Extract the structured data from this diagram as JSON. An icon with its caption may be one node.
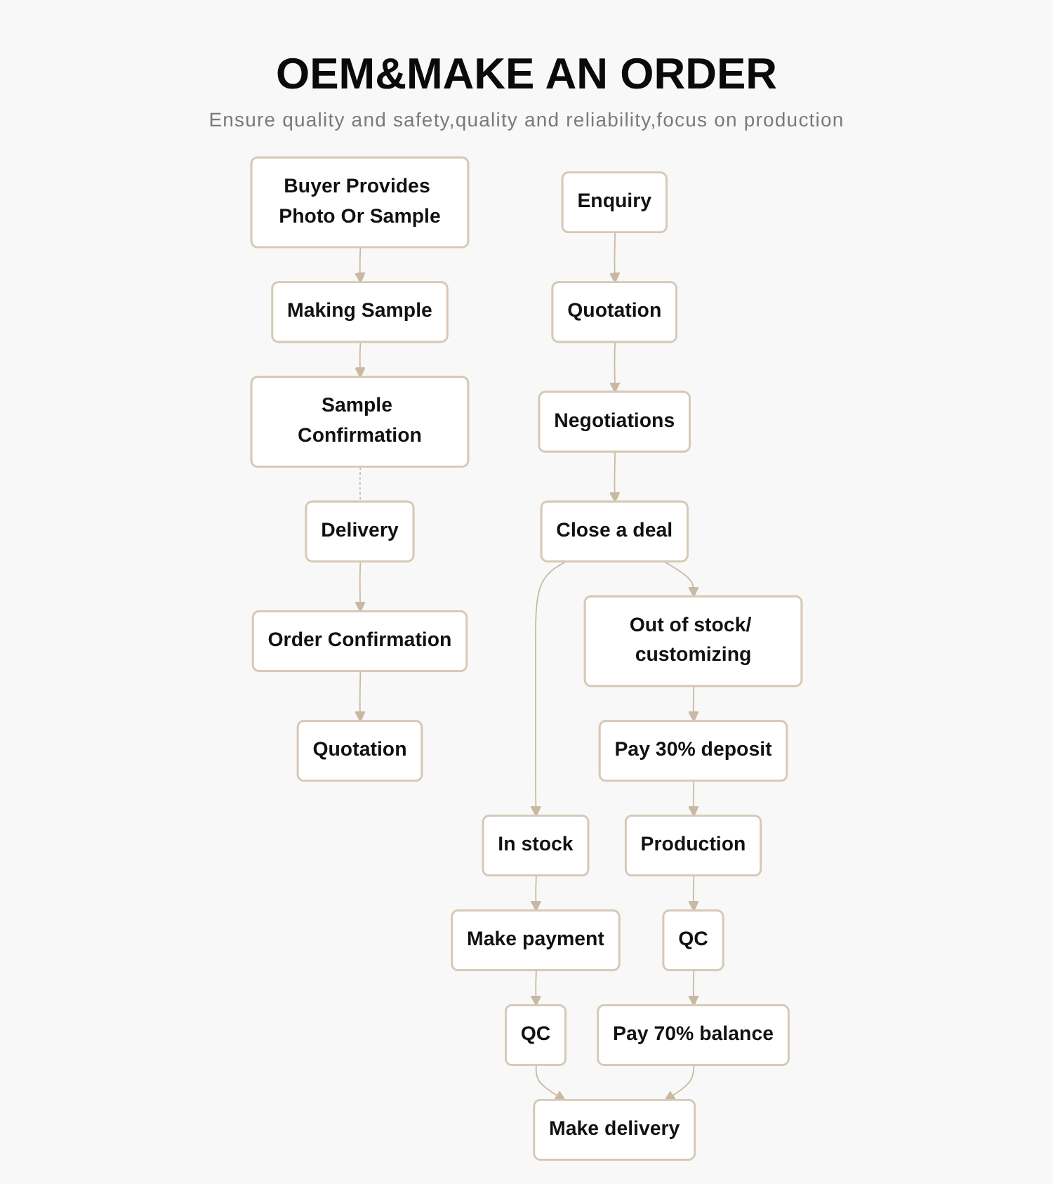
{
  "diagram": {
    "title": "OEM&MAKE AN ORDER",
    "nodes": [
      {
        "text": [
          "Buyer Provides Photo Or Sample"
        ]
      },
      {
        "text": [
          "Making Sample"
        ]
      },
      {
        "text": [
          "Sample Confirmation"
        ]
      },
      {
        "text": [
          "Delivery"
        ]
      },
      {
        "text": [
          "Order Confirmation"
        ]
      },
      {
        "text": [
          "Quotation"
        ]
      },
      {
        "text": [
          "Enquiry"
        ]
      },
      {
        "text": [
          "Quotation"
        ]
      },
      {
        "text": [
          "In stock"
        ]
      },
      {
        "text": [
          "Make payment"
        ]
      },
      {
        "text": [
          "QC"
        ]
      },
      {
        "text": [
          "Negotiations"
        ]
      },
      {
        "text": [
          "Close a deal"
        ]
      },
      {
        "text": [
          "Make delivery"
        ]
      },
      {
        "text": [
          "Pay 70% balance"
        ]
      },
      {
        "text": [
          "Out of stock/ customizing"
        ]
      },
      {
        "text": [
          "Pay 30% deposit"
        ]
      },
      {
        "text": [
          "Production"
        ]
      },
      {
        "text": [
          "QC"
        ]
      }
    ],
    "edges": [
      {
        "from": 0,
        "to": 1,
        "arrow": "to"
      },
      {
        "from": 1,
        "to": 2,
        "arrow": "to"
      },
      {
        "from": 2,
        "to": 3,
        "arrow": "none",
        "style": "dashed"
      },
      {
        "from": 3,
        "to": 4,
        "arrow": "to"
      },
      {
        "from": 4,
        "to": 5,
        "arrow": "to"
      },
      {
        "from": 6,
        "to": 7,
        "arrow": "to"
      },
      {
        "from": 7,
        "to": 11,
        "arrow": "to"
      },
      {
        "from": 11,
        "to": 12,
        "arrow": "to"
      },
      {
        "from": 12,
        "to": 8,
        "arrow": "to"
      },
      {
        "from": 8,
        "to": 9,
        "arrow": "to"
      },
      {
        "from": 9,
        "to": 10,
        "arrow": "to"
      },
      {
        "from": 10,
        "to": 13,
        "arrow": "to"
      },
      {
        "from": 12,
        "to": 15,
        "arrow": "to"
      },
      {
        "from": 15,
        "to": 16,
        "arrow": "to"
      },
      {
        "from": 16,
        "to": 17,
        "arrow": "to"
      },
      {
        "from": 17,
        "to": 18,
        "arrow": "to"
      },
      {
        "from": 18,
        "to": 14,
        "arrow": "to"
      },
      {
        "from": 14,
        "to": 13,
        "arrow": "to"
      }
    ],
    "labels": [
      "Ensure quality and safety,quality and reliability,focus on production"
    ]
  }
}
